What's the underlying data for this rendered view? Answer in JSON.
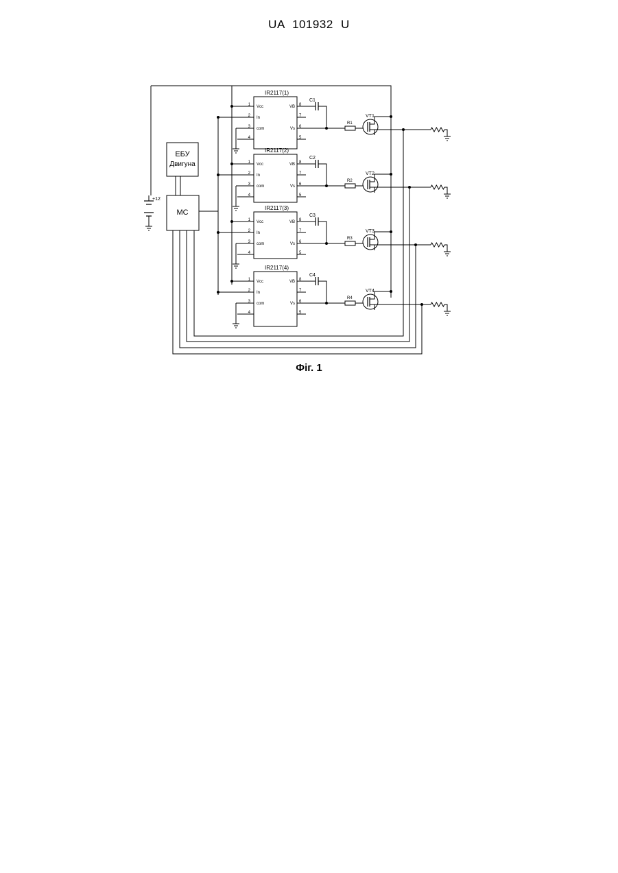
{
  "header": {
    "text": "UA   101932   U"
  },
  "caption": "Фіг. 1",
  "supply_label": "+12",
  "blocks": {
    "ecu": [
      "ЕБУ",
      "Двигуна"
    ],
    "mc": "МС"
  },
  "drivers": [
    {
      "name": "IR2117(1)",
      "cap": "C1",
      "res": "R1",
      "fet": "VT1",
      "left_pins": [
        {
          "num": "1",
          "label": "Vcc"
        },
        {
          "num": "2",
          "label": "In"
        },
        {
          "num": "3",
          "label": "com"
        },
        {
          "num": "4",
          "label": ""
        }
      ],
      "right_pins": [
        {
          "num": "8",
          "label": "VB"
        },
        {
          "num": "7",
          "label": ""
        },
        {
          "num": "6",
          "label": "Vs"
        },
        {
          "num": "5",
          "label": ""
        }
      ]
    },
    {
      "name": "IR2117(2)",
      "cap": "C2",
      "res": "R2",
      "fet": "VT2",
      "left_pins": [
        {
          "num": "1",
          "label": "Vcc"
        },
        {
          "num": "2",
          "label": "In"
        },
        {
          "num": "3",
          "label": "com"
        },
        {
          "num": "4",
          "label": ""
        }
      ],
      "right_pins": [
        {
          "num": "8",
          "label": "VB"
        },
        {
          "num": "7",
          "label": ""
        },
        {
          "num": "6",
          "label": "Vs"
        },
        {
          "num": "5",
          "label": ""
        }
      ]
    },
    {
      "name": "IR2117(3)",
      "cap": "C3",
      "res": "R3",
      "fet": "VT3",
      "left_pins": [
        {
          "num": "1",
          "label": "Vcc"
        },
        {
          "num": "2",
          "label": "In"
        },
        {
          "num": "3",
          "label": "com"
        },
        {
          "num": "4",
          "label": ""
        }
      ],
      "right_pins": [
        {
          "num": "8",
          "label": "VB"
        },
        {
          "num": "7",
          "label": ""
        },
        {
          "num": "6",
          "label": "Vs"
        },
        {
          "num": "5",
          "label": ""
        }
      ]
    },
    {
      "name": "IR2117(4)",
      "cap": "C4",
      "res": "R4",
      "fet": "VT4",
      "left_pins": [
        {
          "num": "1",
          "label": "Vcc"
        },
        {
          "num": "2",
          "label": "In"
        },
        {
          "num": "3",
          "label": "com"
        },
        {
          "num": "4",
          "label": ""
        }
      ],
      "right_pins": [
        {
          "num": "8",
          "label": "VB"
        },
        {
          "num": "7",
          "label": ""
        },
        {
          "num": "6",
          "label": "Vs"
        },
        {
          "num": "5",
          "label": ""
        }
      ]
    }
  ]
}
